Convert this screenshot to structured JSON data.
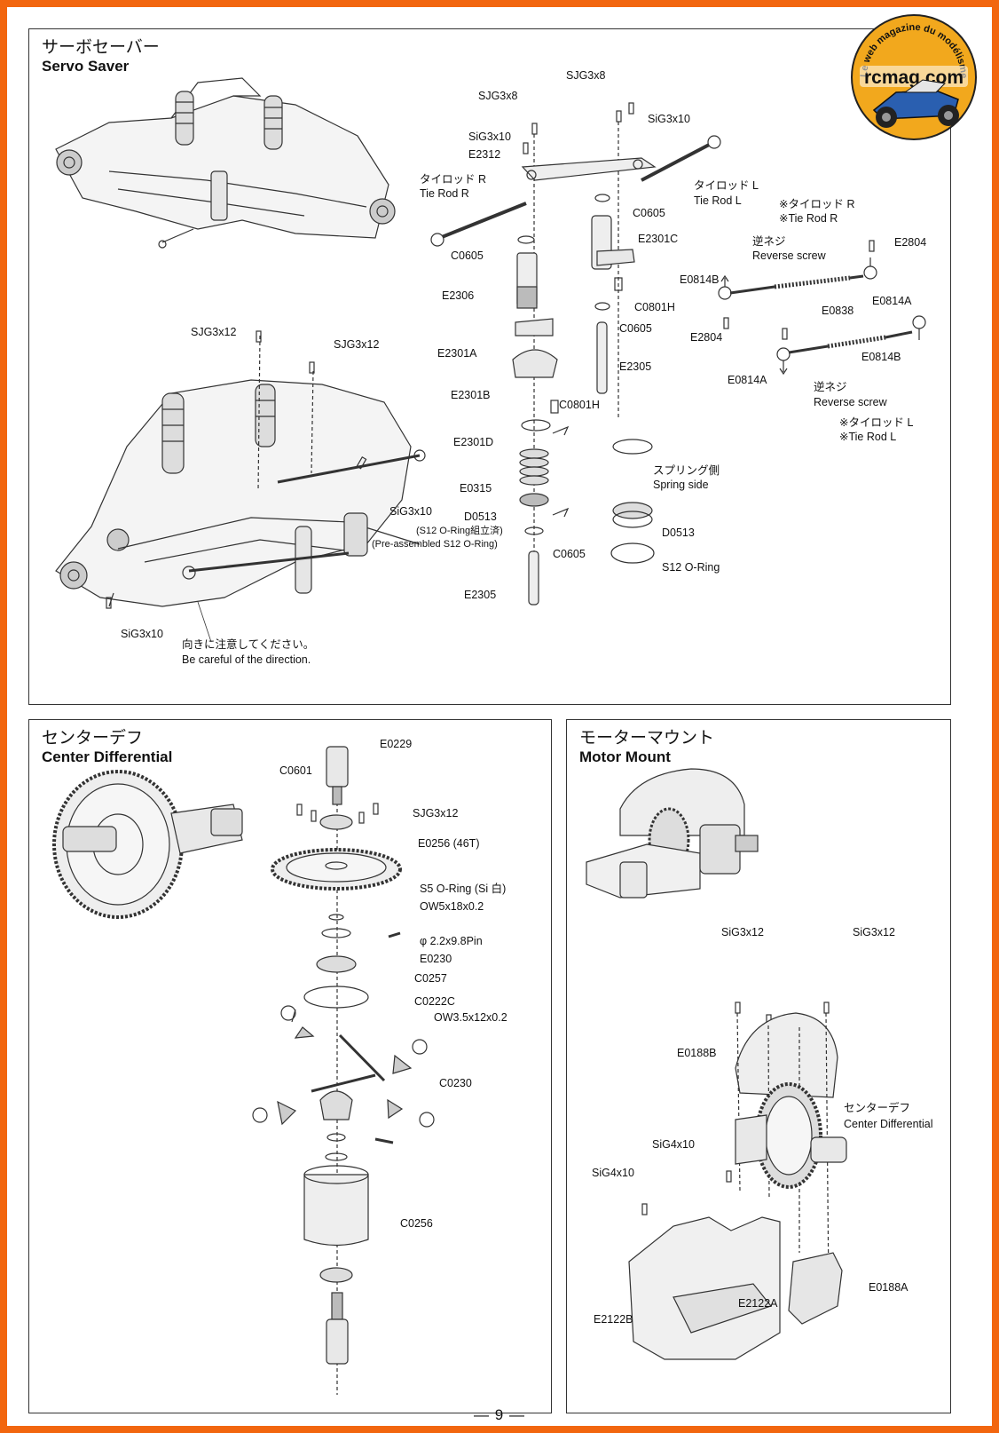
{
  "logo": {
    "arc_text": "Le web magazine du modélisme",
    "brand": "rcmag.com",
    "colors": {
      "ring": "#f2a81d",
      "brand_text": "#111111"
    }
  },
  "servo_saver": {
    "title_jp": "サーボセーバー",
    "title_en": "Servo Saver",
    "labels": {
      "sjg3x8_a": "SJG3x8",
      "sjg3x8_b": "SJG3x8",
      "sig3x10_a": "SiG3x10",
      "sig3x10_b": "SiG3x10",
      "e2312": "E2312",
      "tierod_r_jp": "タイロッド R",
      "tierod_r_en": "Tie Rod R",
      "tierod_l_jp": "タイロッド L",
      "tierod_l_en": "Tie Rod L",
      "note_r_jp": "※タイロッド R",
      "note_r_en": "※Tie Rod R",
      "c0605_a": "C0605",
      "c0605_b": "C0605",
      "c0605_c": "C0605",
      "c0605_d": "C0605",
      "e2301c": "E2301C",
      "e2306": "E2306",
      "c0801h_a": "C0801H",
      "c0801h_b": "C0801H",
      "e2301a": "E2301A",
      "e2305_a": "E2305",
      "e2301b": "E2301B",
      "e2301d": "E2301D",
      "e0315": "E0315",
      "d0513_a": "D0513",
      "d0513_note1": "(S12 O-Ring組立済)",
      "d0513_note2": "(Pre-assembled S12 O-Ring)",
      "e2305_b": "E2305",
      "spring_jp": "スプリング側",
      "spring_en": "Spring side",
      "d0513_b": "D0513",
      "s12_oring": "S12 O-Ring",
      "reverse_jp_a": "逆ネジ",
      "reverse_en_a": "Reverse screw",
      "e2804_a": "E2804",
      "e0814b_a": "E0814B",
      "e0838": "E0838",
      "e0814a_a": "E0814A",
      "e2804_b": "E2804",
      "e0814b_b": "E0814B",
      "e0814a_b": "E0814A",
      "reverse_jp_b": "逆ネジ",
      "reverse_en_b": "Reverse screw",
      "note_l_jp": "※タイロッド L",
      "note_l_en": "※Tie Rod L",
      "sjg3x12_a": "SJG3x12",
      "sjg3x12_b": "SJG3x12",
      "sig3x10_c": "SiG3x10",
      "sig3x10_d": "SiG3x10",
      "care_jp": "向きに注意してください。",
      "care_en": "Be careful of the direction."
    }
  },
  "center_diff": {
    "title_jp": "センターデフ",
    "title_en": "Center Differential",
    "labels": {
      "e0229": "E0229",
      "c0601": "C0601",
      "sjg3x12": "SJG3x12",
      "e0256": "E0256 (46T)",
      "s5_oring": "S5 O-Ring (Si 白)",
      "ow5": "OW5x18x0.2",
      "pin": "φ 2.2x9.8Pin",
      "e0230": "E0230",
      "c0257": "C0257",
      "c0222c": "C0222C",
      "ow35": "OW3.5x12x0.2",
      "c0230": "C0230",
      "c0256": "C0256"
    }
  },
  "motor_mount": {
    "title_jp": "モーターマウント",
    "title_en": "Motor Mount",
    "labels": {
      "sig3x12_a": "SiG3x12",
      "sig3x12_b": "SiG3x12",
      "e0188b": "E0188B",
      "cd_jp": "センターデフ",
      "cd_en": "Center Differential",
      "sig4x10_a": "SiG4x10",
      "sig4x10_b": "SiG4x10",
      "e2122a": "E2122A",
      "e2122b": "E2122B",
      "e0188a": "E0188A"
    }
  },
  "page_number": "— 9 —"
}
